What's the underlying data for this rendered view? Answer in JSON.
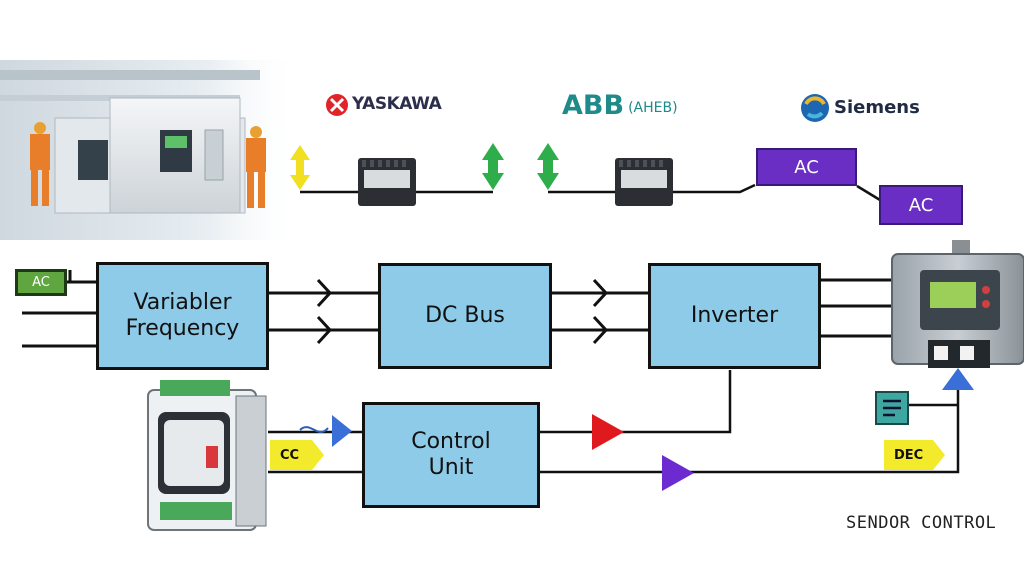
{
  "brands": {
    "yaskawa": "YASKAWA",
    "abb_main": "ABB",
    "abb_sub": "(AHEB)",
    "siemens": "Siemens"
  },
  "blocks": {
    "variable_frequency": "Variabler\nFrequency",
    "dc_bus": "DC Bus",
    "inverter": "Inverter",
    "control_unit": "Control\nUnit"
  },
  "tags": {
    "ac_input": "AC",
    "ac_purple_1": "AC",
    "ac_purple_2": "AC",
    "cc_yellow": "CC",
    "dec_yellow": "DEC"
  },
  "footer": {
    "label": "SENDOR CONTROL"
  },
  "colors": {
    "block_fill": "#8ecbe8",
    "purple": "#6a2ec4",
    "green_tag": "#5fa640",
    "yellow": "#f3ea2b",
    "red_arrow": "#e0191e",
    "violet_arrow": "#6c2bd0",
    "blue_arrow": "#3a6fd8",
    "green_arrow": "#2eae4a"
  }
}
